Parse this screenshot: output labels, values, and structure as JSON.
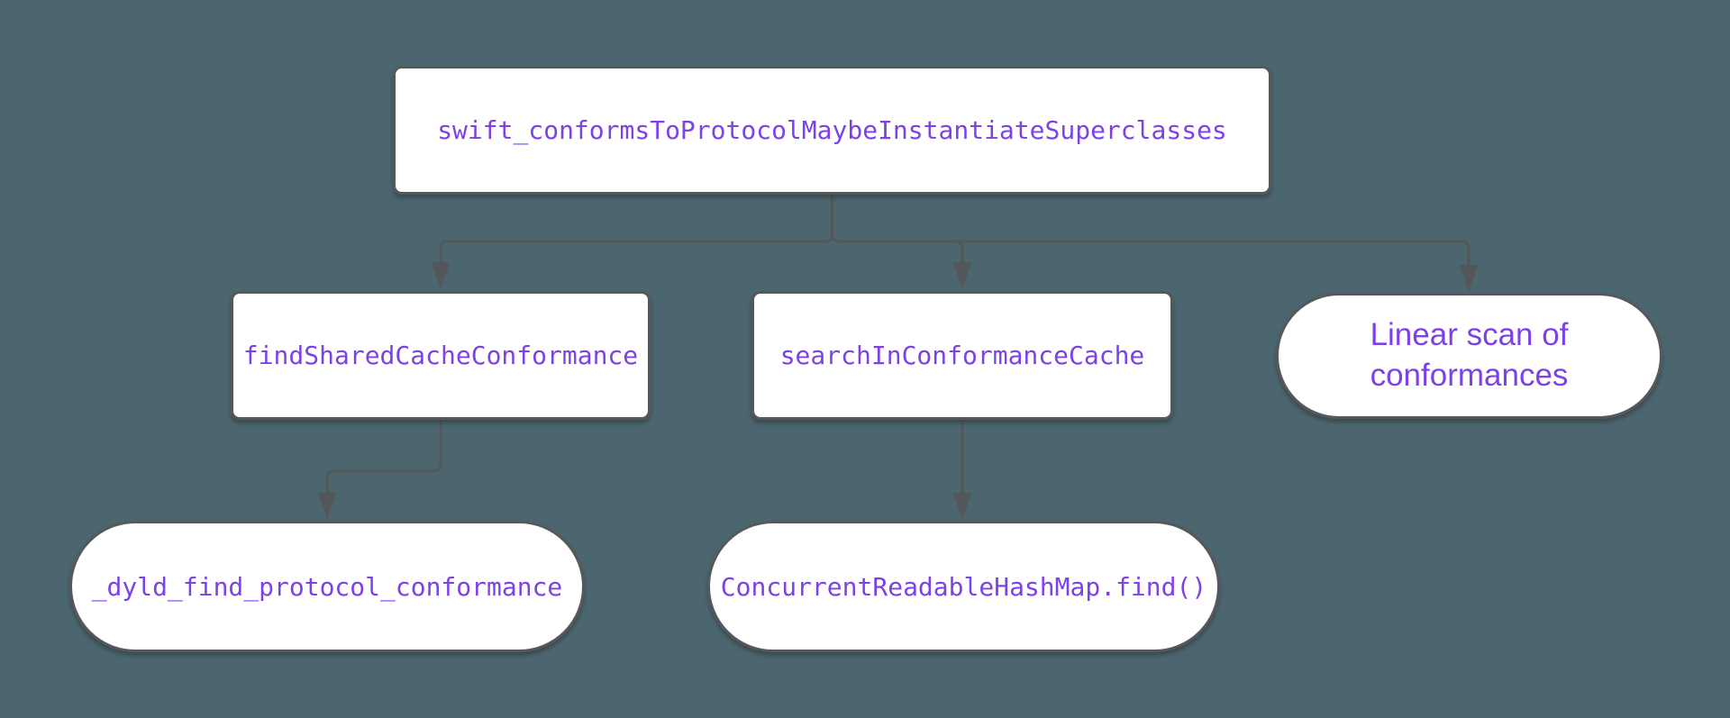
{
  "diagram": {
    "type": "flowchart",
    "direction": "top-down",
    "colors": {
      "background": "#4C6670",
      "node_fill": "#FFFFFF",
      "node_border": "#56585A",
      "edge": "#54575A",
      "label_text": "#7C42E8"
    },
    "nodes": [
      {
        "id": "root",
        "label": "swift_conformsToProtocolMaybeInstantiateSuperclasses",
        "shape": "rectangle",
        "font": "monospace"
      },
      {
        "id": "findSharedCacheConformance",
        "label": "findSharedCacheConformance",
        "shape": "rectangle",
        "font": "monospace"
      },
      {
        "id": "searchInConformanceCache",
        "label": "searchInConformanceCache",
        "shape": "rectangle",
        "font": "monospace"
      },
      {
        "id": "linearScan",
        "label": "Linear scan of conformances",
        "shape": "stadium",
        "font": "sans"
      },
      {
        "id": "dyldFindProtocolConformance",
        "label": "_dyld_find_protocol_conformance",
        "shape": "stadium",
        "font": "monospace"
      },
      {
        "id": "concurrentReadableHashMapFind",
        "label": "ConcurrentReadableHashMap.find()",
        "shape": "stadium",
        "font": "monospace"
      }
    ],
    "edges": [
      {
        "from": "root",
        "to": "findSharedCacheConformance"
      },
      {
        "from": "root",
        "to": "searchInConformanceCache"
      },
      {
        "from": "root",
        "to": "linearScan"
      },
      {
        "from": "findSharedCacheConformance",
        "to": "dyldFindProtocolConformance"
      },
      {
        "from": "searchInConformanceCache",
        "to": "concurrentReadableHashMapFind"
      }
    ]
  }
}
